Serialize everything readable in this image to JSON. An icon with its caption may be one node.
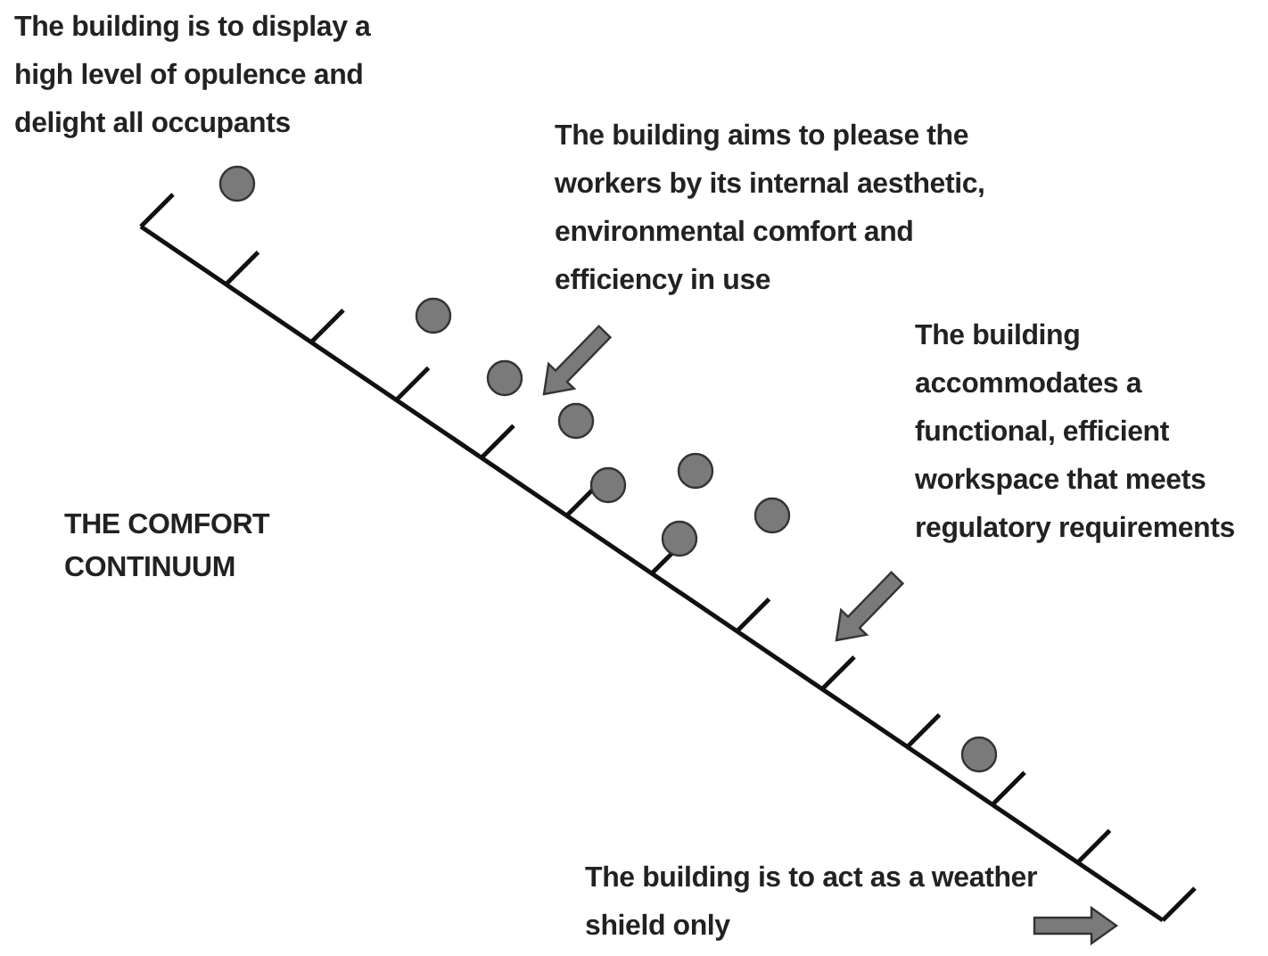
{
  "diagram": {
    "title": "THE COMFORT CONTINUUM",
    "nodes": [
      {
        "text": [
          "The building is to display a high level of opulence and delight all occupants"
        ]
      },
      {
        "text": [
          "The building aims to please the workers by its internal aesthetic, environmental comfort and efficiency in use"
        ]
      },
      {
        "text": [
          "The building accommodates a functional, efficient workspace that meets regulatory requirements"
        ]
      },
      {
        "text": [
          "The building is to act as a weather shield only"
        ]
      },
      {
        "text": [],
        "shape": "circle"
      },
      {
        "text": [],
        "shape": "circle"
      },
      {
        "text": [],
        "shape": "circle"
      },
      {
        "text": [],
        "shape": "circle"
      },
      {
        "text": [],
        "shape": "circle"
      },
      {
        "text": [],
        "shape": "circle"
      },
      {
        "text": [],
        "shape": "circle"
      },
      {
        "text": [],
        "shape": "circle"
      },
      {
        "text": [],
        "shape": "circle"
      }
    ],
    "edges": [
      {
        "from": 1,
        "to": null,
        "arrow": "to"
      },
      {
        "from": 2,
        "to": null,
        "arrow": "to"
      },
      {
        "from": 3,
        "to": null,
        "arrow": "to"
      }
    ]
  }
}
